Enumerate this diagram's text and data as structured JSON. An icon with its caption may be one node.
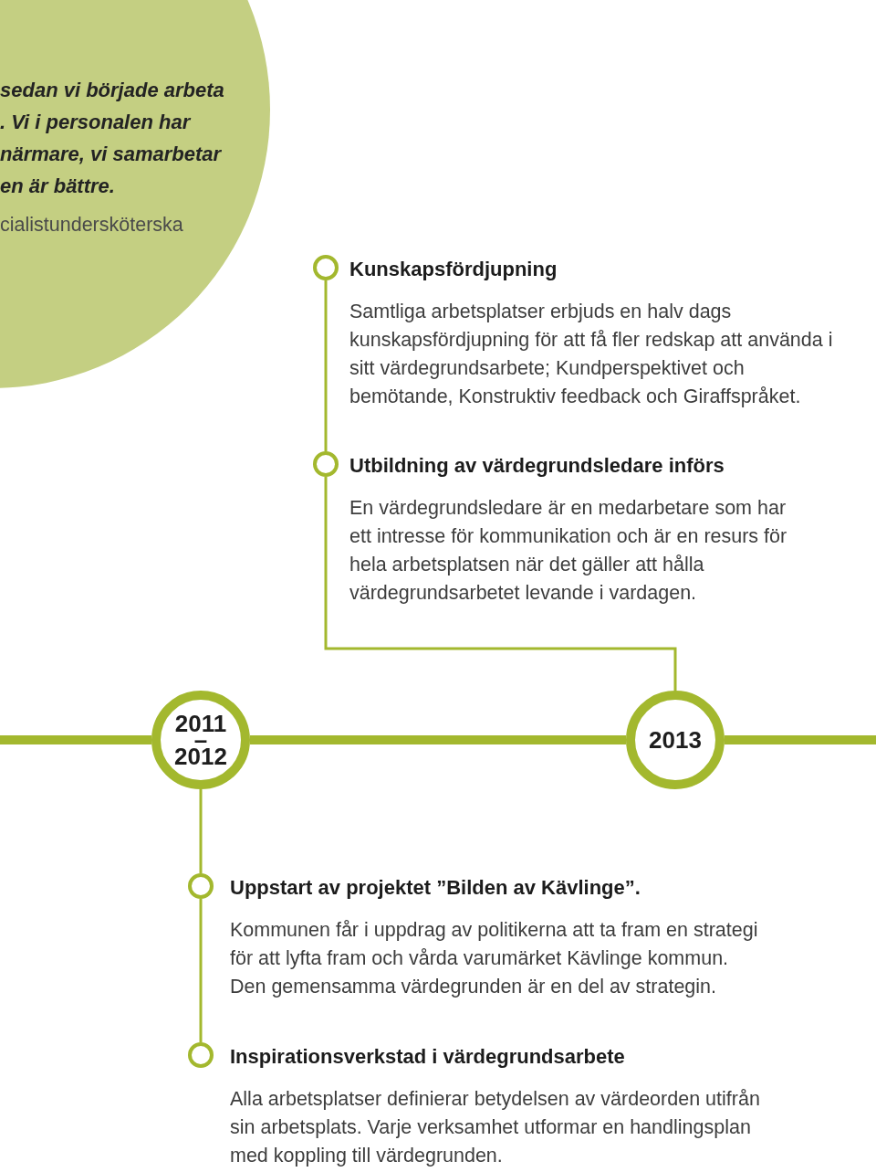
{
  "diagram": {
    "nodes": [
      {
        "text": [
          "sedan vi började arbeta . Vi i personalen har närmare, vi samarbetar en är bättre.",
          "cialistundersköterska"
        ]
      },
      {
        "text": [],
        "shape": "circle",
        "beside": [
          "Kunskapsfördjupning",
          "Samtliga arbetsplatser erbjuds en halv dags kunskapsfördjupning för att få fler redskap att använda i sitt värdegrundsarbete; Kundperspektivet och bemötande, Konstruktiv feedback och Giraffspråket."
        ]
      },
      {
        "text": [],
        "shape": "circle",
        "beside": [
          "Utbildning av värdegrundsledare införs",
          "En värdegrundsledare är en medarbetare som har ett intresse för kommunikation och är en resurs för hela arbetsplatsen när det gäller att hålla värdegrundsarbetet levande i vardagen."
        ]
      },
      {
        "text": [
          "2011 – 2012"
        ]
      },
      {
        "text": [
          "2013"
        ]
      },
      {
        "text": [],
        "shape": "circle",
        "beside": [
          "Uppstart av projektet ”Bilden av Kävlinge”.",
          "Kommunen får i uppdrag av politikerna att ta fram en strategi för att lyfta fram och vårda varumärket Kävlinge kommun. Den gemensamma värdegrunden är en del av strategin."
        ]
      },
      {
        "text": [],
        "shape": "circle",
        "beside": [
          "Inspirationsverkstad i värdegrundsarbete",
          "Alla arbetsplatser definierar betydelsen av värdeorden utifrån sin arbetsplats. Varje verksamhet utformar en handlingsplan med koppling till värdegrunden."
        ]
      }
    ],
    "edges": [
      {
        "from": 1,
        "to": 2,
        "arrow": "none"
      },
      {
        "from": 2,
        "to": 4,
        "arrow": "none"
      },
      {
        "from": null,
        "to": 3,
        "arrow": "none",
        "style": "thick"
      },
      {
        "from": 3,
        "to": 4,
        "arrow": "none",
        "style": "thick"
      },
      {
        "from": 4,
        "to": null,
        "arrow": "none",
        "style": "thick"
      },
      {
        "from": 3,
        "to": 5,
        "arrow": "none"
      },
      {
        "from": 5,
        "to": 6,
        "arrow": "none"
      }
    ]
  }
}
